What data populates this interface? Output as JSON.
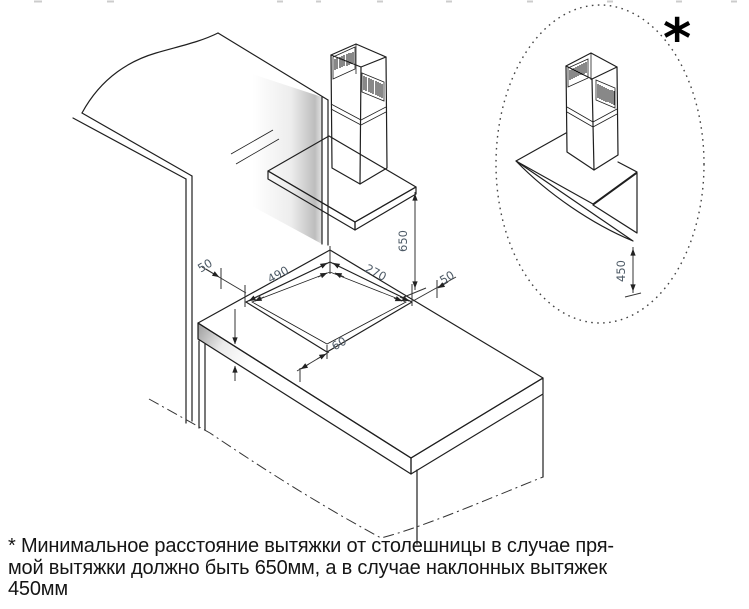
{
  "drawing": {
    "dimensions": {
      "cutout_width": "490",
      "cutout_depth": "270",
      "clearance_left": "50",
      "clearance_right": "50",
      "clearance_front": "60",
      "hood_height_straight": "650",
      "hood_height_inclined": "450"
    },
    "inset_marker": "*"
  },
  "note": {
    "line1": "* Минимальное расстояние вытяжки от столешницы в случае пря-",
    "line2": "мой вытяжки должно быть 650мм, а в случае наклонных вытяжек",
    "line3": "450мм"
  },
  "colors": {
    "line": "#1f1f1f",
    "dimension_text": "#4d5a66",
    "countertop_top": "#c3c3c3",
    "background": "#ffffff"
  }
}
